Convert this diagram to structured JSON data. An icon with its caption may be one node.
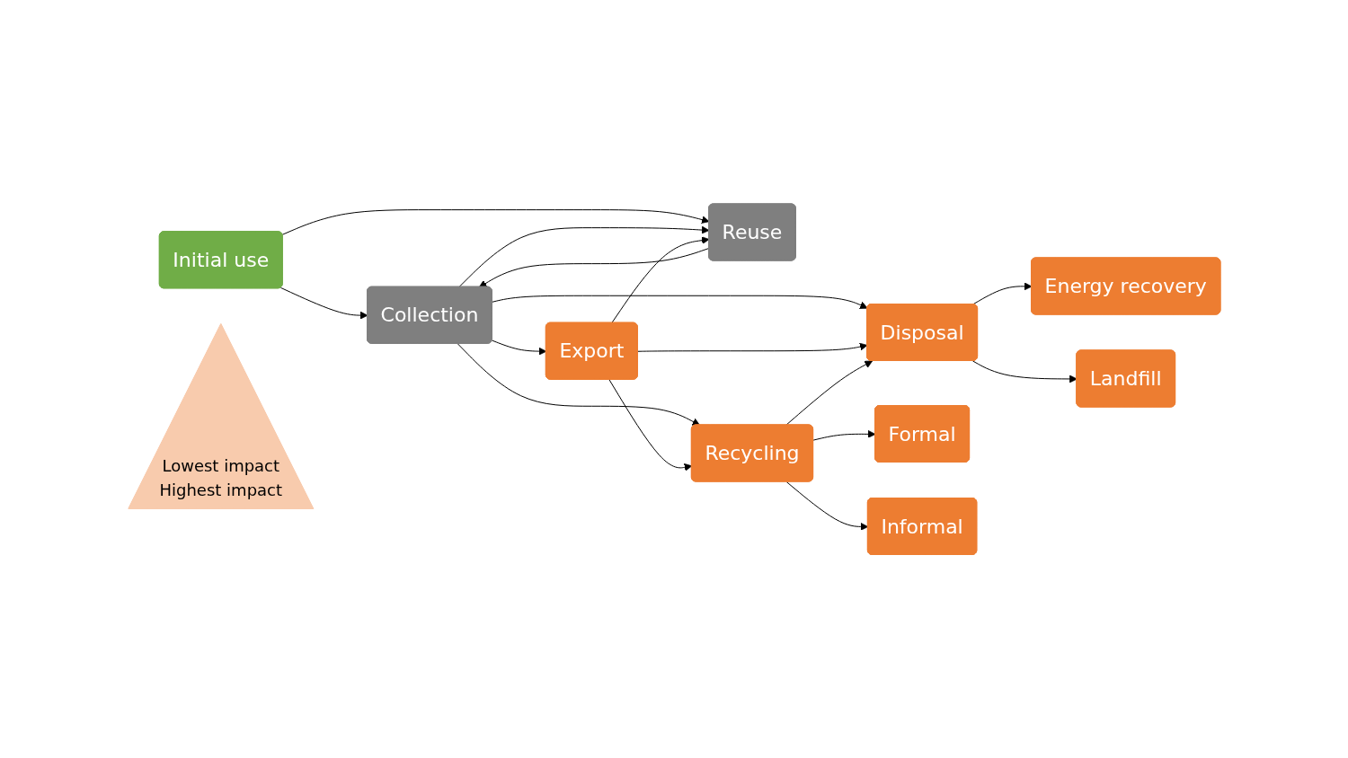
{
  "diagram": {
    "nodes": [
      {
        "text": [
          "Initial use"
        ]
      },
      {
        "text": [
          "Reuse"
        ]
      },
      {
        "text": [
          "Collection"
        ]
      },
      {
        "text": [
          "Export"
        ]
      },
      {
        "text": [
          "Recycling"
        ]
      },
      {
        "text": [
          "Disposal"
        ]
      },
      {
        "text": [
          "Lowest impact",
          "Highest impact"
        ]
      },
      {
        "text": [
          "Formal"
        ]
      },
      {
        "text": [
          "Informal"
        ]
      },
      {
        "text": [
          "Energy recovery"
        ]
      },
      {
        "text": [
          "Landfill"
        ]
      }
    ],
    "edges": [
      {
        "from": 0,
        "to": 2,
        "arrow": "to"
      },
      {
        "from": 0,
        "to": 1,
        "arrow": "to"
      },
      {
        "from": 1,
        "to": 2,
        "arrow": "to"
      },
      {
        "from": 2,
        "to": 3,
        "arrow": "to"
      },
      {
        "from": 2,
        "to": 4,
        "arrow": "to"
      },
      {
        "from": 2,
        "to": 5,
        "arrow": "to"
      },
      {
        "from": 3,
        "to": 4,
        "arrow": "to"
      },
      {
        "from": 3,
        "to": 5,
        "arrow": "to"
      },
      {
        "from": 4,
        "to": 5,
        "arrow": "to"
      },
      {
        "from": 4,
        "to": 7,
        "arrow": "to"
      },
      {
        "from": 4,
        "to": 8,
        "arrow": "to"
      },
      {
        "from": 5,
        "to": 9,
        "arrow": "to"
      },
      {
        "from": 5,
        "to": 10,
        "arrow": "to"
      },
      {
        "from": 2,
        "to": 1,
        "arrow": "to"
      },
      {
        "from": 3,
        "to": 1,
        "arrow": "to"
      }
    ]
  }
}
